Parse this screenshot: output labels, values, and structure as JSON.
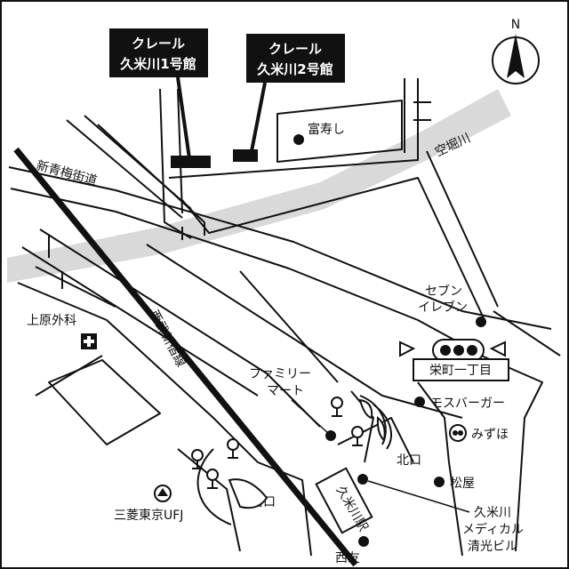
{
  "map": {
    "buildings": [
      {
        "id": "kurale1",
        "line1": "クレール",
        "line2": "久米川1号館"
      },
      {
        "id": "kurale2",
        "line1": "クレール",
        "line2": "久米川2号館"
      }
    ],
    "places": {
      "fukuju": "富寿し",
      "river": "空堀川",
      "avenue": "新青梅街道",
      "seven1": "セブン",
      "seven2": "イレブン",
      "clinic": "上原外科",
      "railway": "西武新宿線",
      "sakae": "栄町一丁目",
      "family1": "ファミリー",
      "family2": "マート",
      "mos": "モスバーガー",
      "mizuho": "みずほ",
      "kitaguchi": "北口",
      "matsuya": "松屋",
      "minamiguchi": "南口",
      "mufj": "三菱東京UFJ",
      "station": "久米川駅",
      "medical1": "久米川",
      "medical2": "メディカル",
      "medical3": "清光ビル",
      "nishitomo": "西友",
      "north": "N"
    },
    "colors": {
      "ink": "#111111",
      "river_band": "#d9d9d9",
      "label_box": "#111111"
    }
  }
}
